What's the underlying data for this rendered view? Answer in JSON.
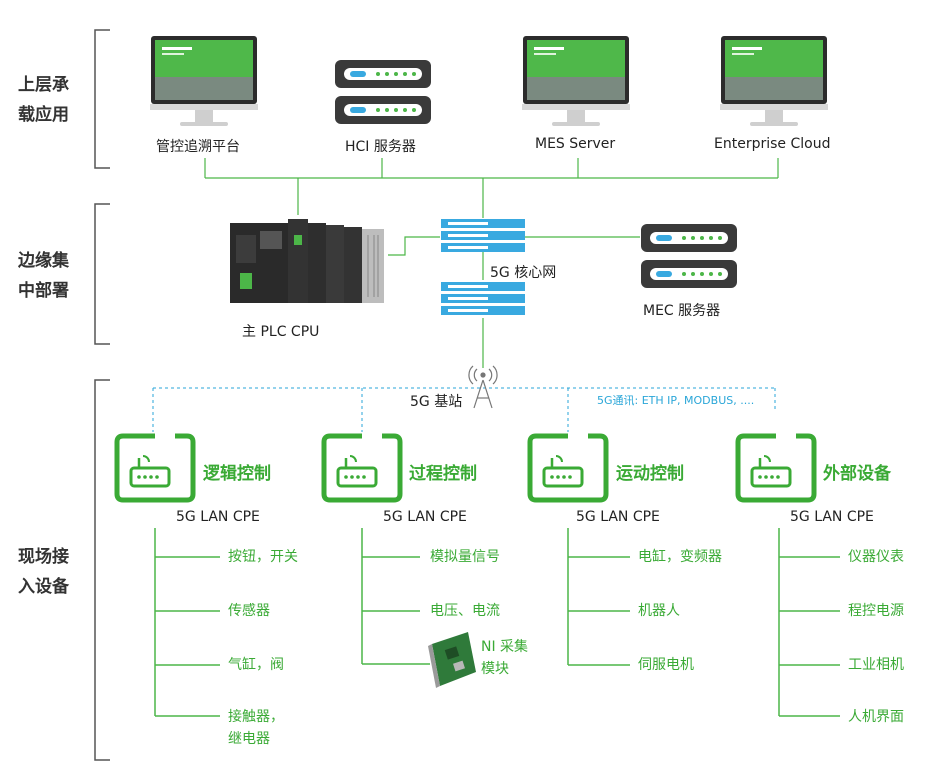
{
  "sections": {
    "top": [
      "上层承",
      "载应用"
    ],
    "edge": [
      "边缘集",
      "中部署"
    ],
    "field": [
      "现场接",
      "入设备"
    ]
  },
  "top_nodes": {
    "mgmt": "管控追溯平台",
    "hci": "HCI 服务器",
    "mes": "MES Server",
    "cloud": "Enterprise Cloud"
  },
  "edge_nodes": {
    "plc": "主 PLC CPU",
    "core": "5G 核心网",
    "mec": "MEC 服务器"
  },
  "base_station": "5G 基站",
  "protocol_note": "5G通讯: ETH IP, MODBUS, ....",
  "groups": [
    {
      "title": "逻辑控制",
      "cpe": "5G LAN CPE",
      "items": [
        "按钮，开关",
        "传感器",
        "气缸，阀",
        "接触器，",
        "继电器"
      ]
    },
    {
      "title": "过程控制",
      "cpe": "5G LAN CPE",
      "items": [
        "模拟量信号",
        "电压、电流",
        "NI 采集",
        "模块"
      ]
    },
    {
      "title": "运动控制",
      "cpe": "5G LAN CPE",
      "items": [
        "电缸，变频器",
        "机器人",
        "伺服电机"
      ]
    },
    {
      "title": "外部设备",
      "cpe": "5G LAN CPE",
      "items": [
        "仪器仪表",
        "程控电源",
        "工业相机",
        "人机界面"
      ]
    }
  ],
  "colors": {
    "accent": "#3aaa35",
    "line": "#4cb648",
    "dashed": "#2aa6d8",
    "server_blue": "#39a9e0"
  },
  "icons": [
    "monitor-icon",
    "server-icon",
    "plc-icon",
    "rack-server-icon",
    "antenna-icon",
    "cpe-router-icon",
    "ni-card-icon"
  ]
}
